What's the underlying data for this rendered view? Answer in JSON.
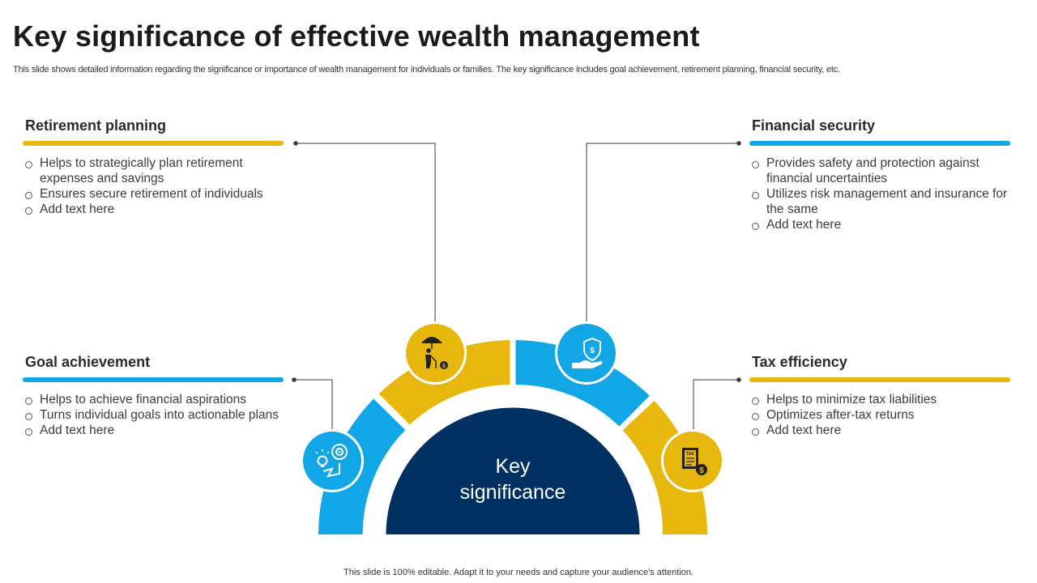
{
  "title": "Key significance of effective wealth management",
  "subtitle": "This slide shows detailed information regarding the significance or importance of wealth management for individuals or families. The key significance includes goal achievement, retirement planning, financial security, etc.",
  "center_label": [
    "Key",
    "significance"
  ],
  "sections": {
    "retirement": {
      "heading": "Retirement planning",
      "items": [
        "Helps to strategically plan retirement expenses and savings",
        "Ensures secure retirement of individuals",
        "Add text here"
      ]
    },
    "goal": {
      "heading": "Goal achievement",
      "items": [
        "Helps to achieve financial aspirations",
        "Turns individual goals into actionable plans",
        "Add text here"
      ]
    },
    "financial": {
      "heading": "Financial security",
      "items": [
        "Provides safety and protection against financial uncertainties",
        "Utilizes risk management and insurance for the same",
        "Add text here"
      ]
    },
    "tax": {
      "heading": "Tax efficiency",
      "items": [
        "Helps to minimize tax liabilities",
        "Optimizes after-tax returns",
        "Add text here"
      ]
    }
  },
  "icons": {
    "goal": "goal-lightbulb-target-icon",
    "retirement": "retirement-umbrella-icon",
    "financial": "shield-hand-money-icon",
    "tax": "tax-document-coin-icon"
  },
  "icon_text": {
    "tax": "TAX",
    "coin": "$"
  },
  "colors": {
    "yellow": "#e8b70d",
    "blue": "#11a7e6",
    "navy": "#013162"
  },
  "footer": "This slide is 100% editable. Adapt it to your needs and capture your audience's attention."
}
